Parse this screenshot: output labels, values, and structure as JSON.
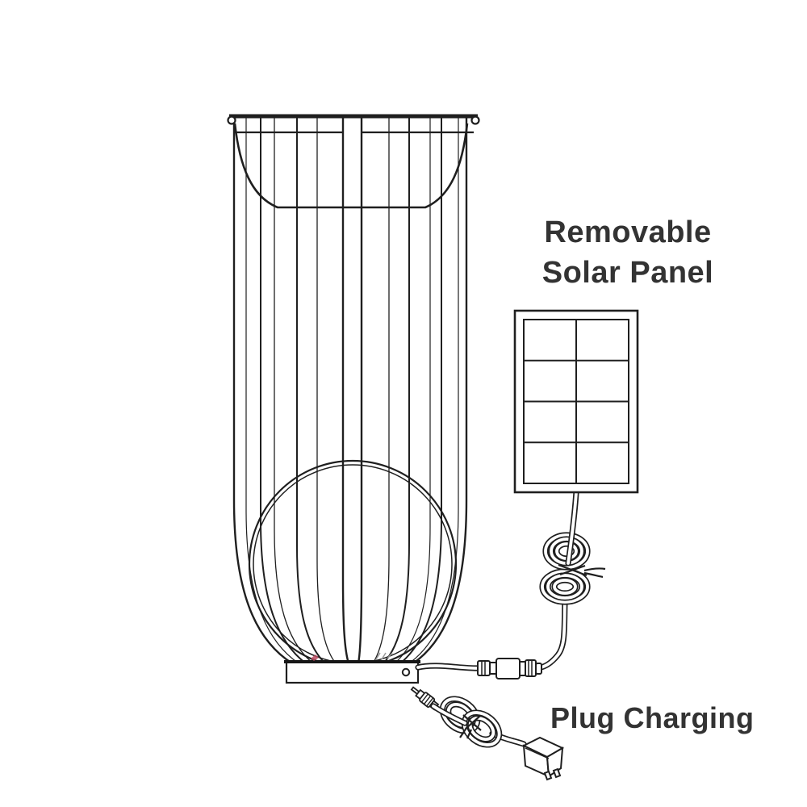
{
  "labels": {
    "solar_panel_line1": "Removable",
    "solar_panel_line2": "Solar Panel",
    "plug_charging": "Plug Charging"
  },
  "colors": {
    "background": "#ffffff",
    "line_art": "#1f1f1f",
    "label_text": "#333333",
    "indicator_mark": "#b8485e"
  },
  "illustration": {
    "components": {
      "lantern": "wire-cage-lantern",
      "planter_bowl": "top-planter-bowl",
      "globe_light": "globe-light",
      "base": "base-plate-with-power-port",
      "solar_panel": "removable-solar-panel",
      "solar_panel_grid": {
        "rows": 4,
        "columns": 2
      },
      "solar_cable": "coiled-solar-cable-with-dc-connector",
      "plug_cable": "plug-charging-cable-with-wall-adapter"
    }
  }
}
